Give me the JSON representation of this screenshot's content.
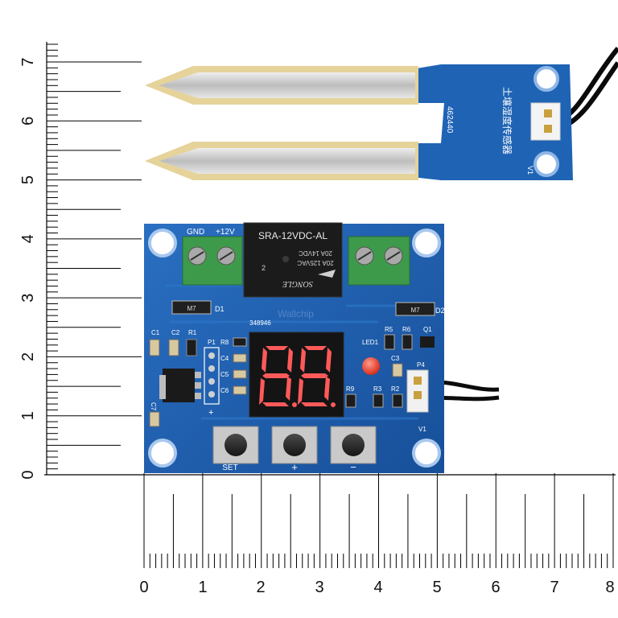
{
  "ruler_vertical": {
    "labels": [
      "7",
      "6",
      "5",
      "4",
      "3",
      "2",
      "1",
      "0"
    ]
  },
  "ruler_horizontal": {
    "labels": [
      "0",
      "1",
      "2",
      "3",
      "4",
      "5",
      "6",
      "7",
      "8"
    ]
  },
  "sensor_probe": {
    "silkscreen_code": "462440",
    "silkscreen_cn": "土壤湿度传感器",
    "pin_label": "V1"
  },
  "board": {
    "relay": {
      "model": "SRA-12VDC-AL",
      "rating_1": "20A 14VDC",
      "rating_2": "20A 125VAC",
      "brand": "SONGLE",
      "pin_mark": "2"
    },
    "terminals": {
      "gnd_label": "GND",
      "v12_label": "+12V"
    },
    "board_code": "348946",
    "display": {
      "left_digit": "8.",
      "right_digit": "8."
    },
    "buttons": [
      {
        "label": "SET"
      },
      {
        "label": "+"
      },
      {
        "label": "−"
      }
    ],
    "labels": {
      "d1": "D1",
      "d2": "D2",
      "c1": "C1",
      "c2": "C2",
      "r1": "R1",
      "p1": "P1",
      "r8": "R8",
      "c4": "C4",
      "c5": "C5",
      "c6": "C6",
      "c7": "C7",
      "r5": "R5",
      "r6": "R6",
      "q1": "Q1",
      "led1": "LED1",
      "c3": "C3",
      "r2": "R2",
      "r3": "R3",
      "r9": "R9",
      "p4": "P4",
      "v1": "V1",
      "plus": "+",
      "m7_a": "M7",
      "m7_b": "M7",
      "watermark": "Wallchip"
    }
  },
  "colors": {
    "pcb_blue": "#1f5fae",
    "probe_gold": "#e5d39a",
    "terminal_green": "#3d9a4a",
    "relay_black": "#1b1b1b",
    "led_red": "#e53324"
  }
}
